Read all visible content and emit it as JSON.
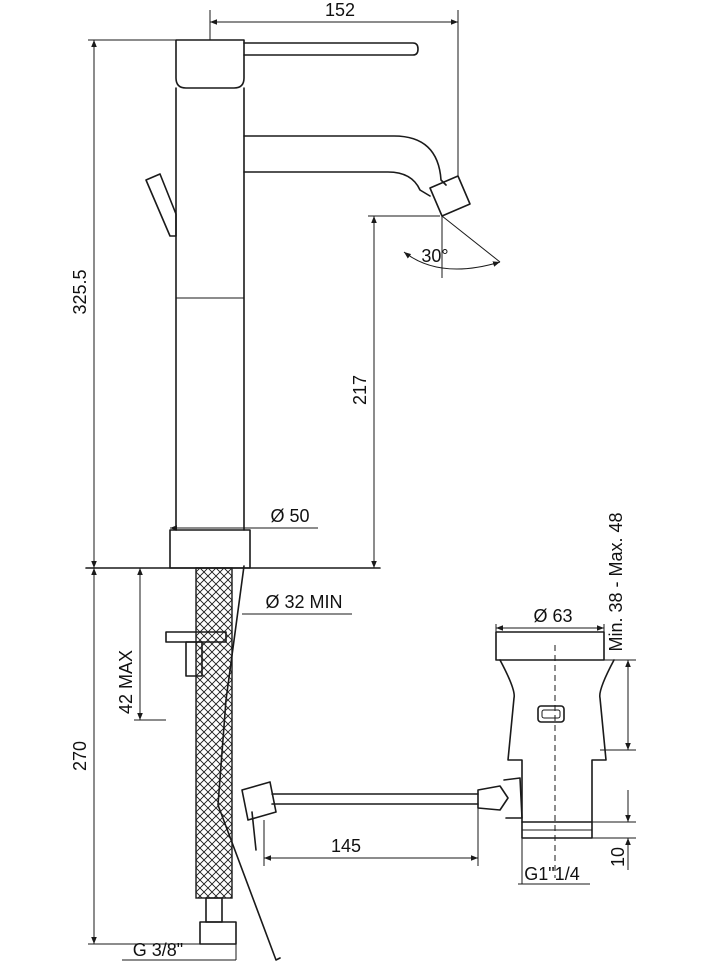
{
  "dimensions": {
    "spout_reach": "152",
    "total_height": "325.5",
    "spout_height": "217",
    "spout_angle": "30°",
    "body_diameter": "Ø 50",
    "hole_diameter": "Ø 32 MIN",
    "deck_thickness": "42 MAX",
    "below_deck": "270",
    "waste_diameter": "Ø 63",
    "waste_range": "Min. 38 - Max. 48",
    "rod_length": "145",
    "waste_thread_height": "10",
    "waste_thread": "G1\"1/4",
    "hose_thread": "G 3/8\""
  }
}
